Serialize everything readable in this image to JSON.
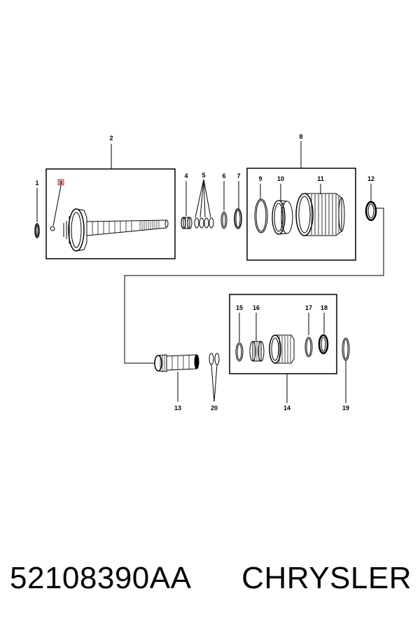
{
  "diagram": {
    "callouts": [
      "1",
      "2",
      "3",
      "4",
      "5",
      "6",
      "7",
      "8",
      "9",
      "10",
      "11",
      "12",
      "13",
      "14",
      "15",
      "16",
      "17",
      "18",
      "19",
      "20"
    ],
    "highlight_color": "#c02020"
  },
  "footer": {
    "part_number": "52108390AA",
    "brand": "CHRYSLER"
  }
}
